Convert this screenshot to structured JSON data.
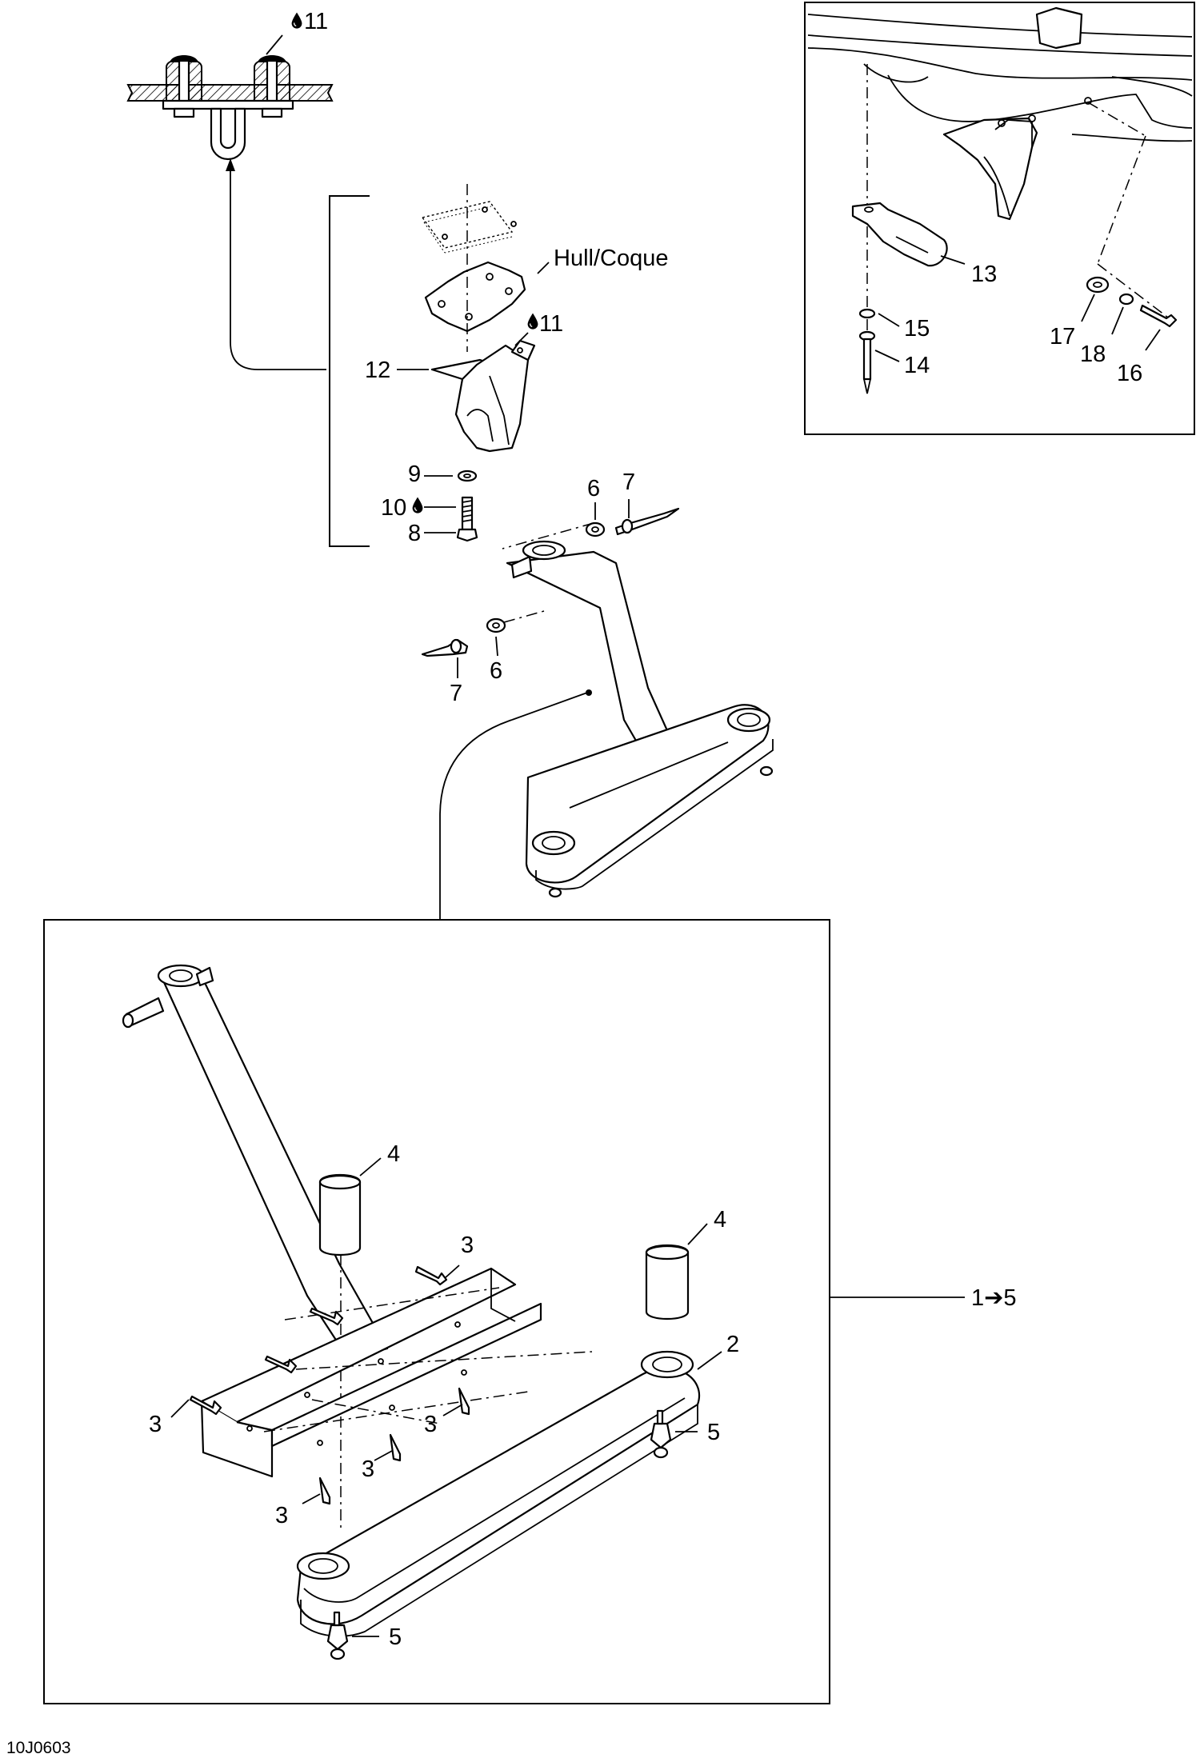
{
  "labels": {
    "part_1_5": "1➔5",
    "part_2": "2",
    "part_3": "3",
    "part_4": "4",
    "part_5": "5",
    "part_6": "6",
    "part_7": "7",
    "part_8": "8",
    "part_9": "9",
    "part_10": "10",
    "part_11": "11",
    "part_12": "12",
    "part_13": "13",
    "part_14": "14",
    "part_15": "15",
    "part_16": "16",
    "part_17": "17",
    "part_18": "18",
    "hull": "Hull/Coque",
    "figure_code": "10J0603"
  },
  "icons": {
    "sealant": "drop-icon",
    "direction": "arrow-right-icon"
  },
  "colors": {
    "line": "#000000",
    "background": "#ffffff"
  }
}
